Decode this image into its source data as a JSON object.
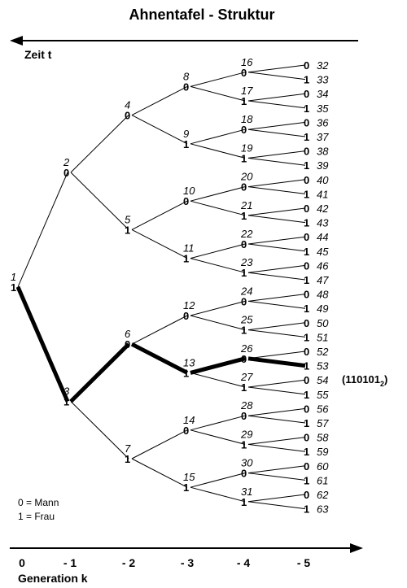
{
  "title": "Ahnentafel - Struktur",
  "time_axis_label": "Zeit t",
  "generation_axis_label": "Generation k",
  "generation_ticks": [
    "0",
    "- 1",
    "- 2",
    "- 3",
    "- 4",
    "- 5"
  ],
  "legend": {
    "male": "0 = Mann",
    "female": "1 = Frau"
  },
  "highlight": {
    "number": 53,
    "binary": "110101",
    "subscript": "2"
  },
  "max_generation": 5
}
